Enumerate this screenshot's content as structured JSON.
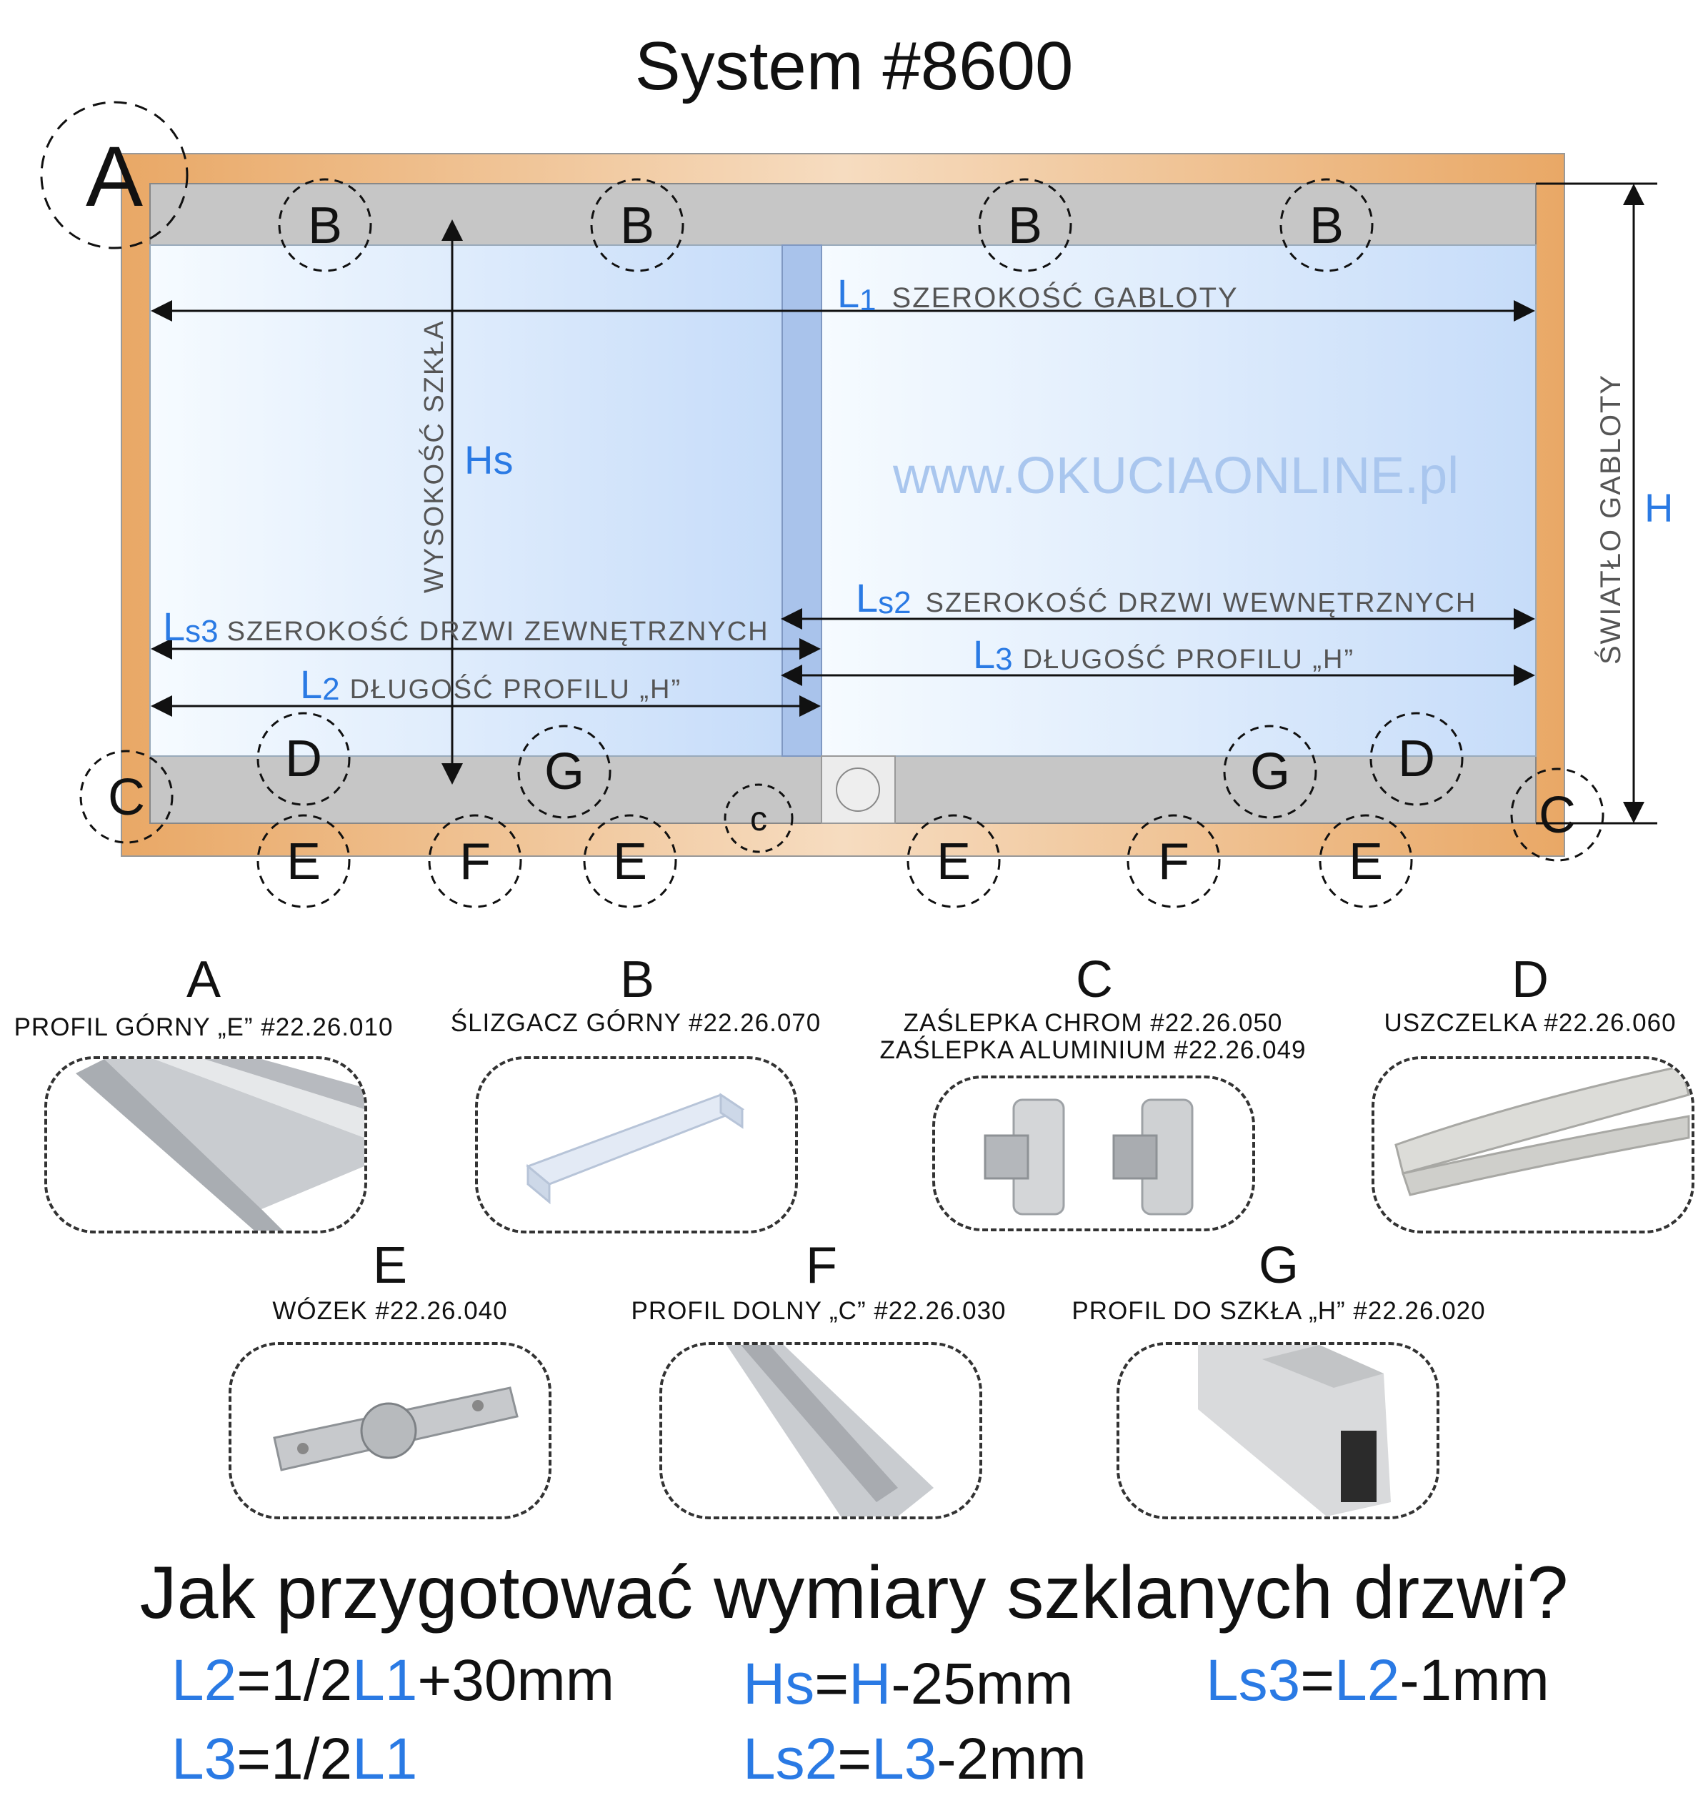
{
  "title": "System #8600",
  "diagram": {
    "watermark": "www.OKUCIAONLINE.pl",
    "markers": {
      "a": "A",
      "b": "B",
      "c": "C",
      "c_small": "c",
      "d": "D",
      "e": "E",
      "f": "F",
      "g": "G"
    },
    "dims": {
      "l1_sym": "L",
      "l1_sub": "1",
      "l1_text": "SZEROKOŚĆ GABLOTY",
      "hs_sym": "Hs",
      "hs_text": "WYSOKOŚĆ SZKŁA",
      "ls2_sym": "L",
      "ls2_sub": "s2",
      "ls2_text": "SZEROKOŚĆ DRZWI WEWNĘTRZNYCH",
      "ls3_sym": "L",
      "ls3_sub": "s3",
      "ls3_text": "SZEROKOŚĆ DRZWI ZEWNĘTRZNYCH",
      "l2_sym": "L",
      "l2_sub": "2",
      "l2_text": "DŁUGOŚĆ PROFILU „H”",
      "l3_sym": "L",
      "l3_sub": "3",
      "l3_text": "DŁUGOŚĆ PROFILU „H”",
      "h_sym": "H",
      "h_text": "ŚWIATŁO GABLOTY"
    }
  },
  "parts": [
    {
      "letter": "A",
      "name": "PROFIL GÓRNY „E” #22.26.010",
      "name2": ""
    },
    {
      "letter": "B",
      "name": "ŚLIZGACZ GÓRNY #22.26.070",
      "name2": ""
    },
    {
      "letter": "C",
      "name": "ZAŚLEPKA CHROM #22.26.050",
      "name2": "ZAŚLEPKA ALUMINIUM #22.26.049"
    },
    {
      "letter": "D",
      "name": "USZCZELKA #22.26.060",
      "name2": ""
    },
    {
      "letter": "E",
      "name": "WÓZEK #22.26.040",
      "name2": ""
    },
    {
      "letter": "F",
      "name": "PROFIL DOLNY „C” #22.26.030",
      "name2": ""
    },
    {
      "letter": "G",
      "name": "PROFIL DO SZKŁA „H” #22.26.020",
      "name2": ""
    }
  ],
  "question": "Jak przygotować wymiary szklanych drzwi?",
  "formulas": [
    {
      "lhs": "L2",
      "mid1": "=1/2",
      "rhs": "L1",
      "tail": "+30mm"
    },
    {
      "lhs": "L3",
      "mid1": "=1/2",
      "rhs": "L1",
      "tail": ""
    },
    {
      "lhs": "Hs",
      "mid1": "=",
      "rhs": "H",
      "tail": "-25mm"
    },
    {
      "lhs": "Ls2",
      "mid1": "=",
      "rhs": "L3",
      "tail": "-2mm"
    },
    {
      "lhs": "Ls3",
      "mid1": "=",
      "rhs": "L2",
      "tail": "-1mm"
    }
  ],
  "colors": {
    "frame": "#e9a866",
    "rail": "#c8c8c8",
    "glass": "#cfe2fb",
    "accent": "#2a7ae4",
    "dim_text": "#555555"
  }
}
